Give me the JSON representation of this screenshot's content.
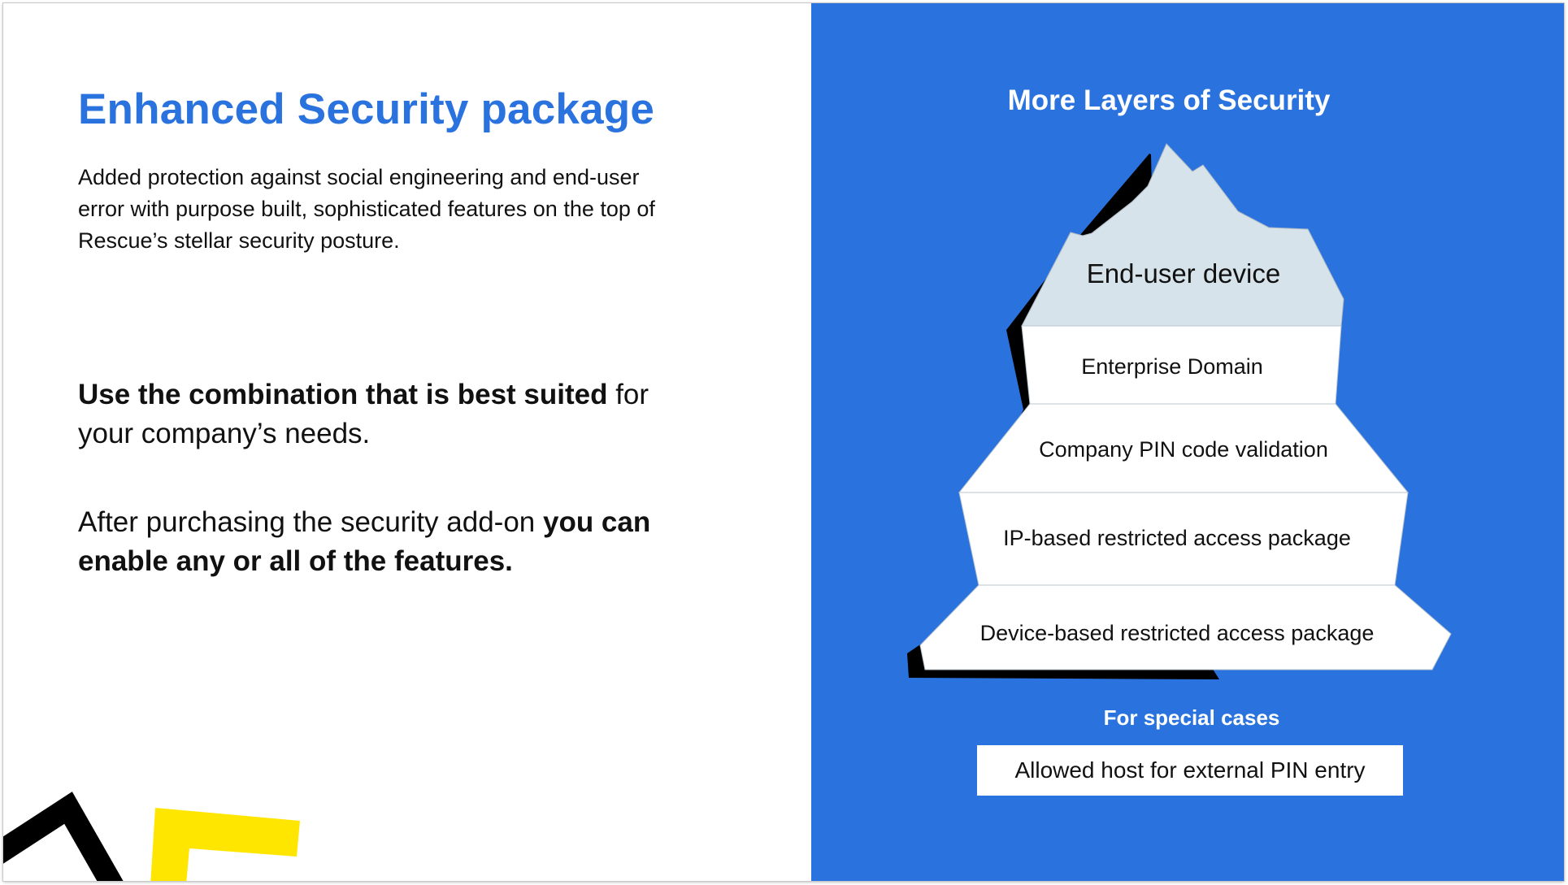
{
  "left": {
    "title": "Enhanced Security package",
    "description": "Added protection against social engineering and end-user error with purpose built, sophisticated features on the top of Rescue’s stellar security posture.",
    "paragraph1": {
      "bold": "Use the combination that is best suited",
      "rest": " for your company’s needs."
    },
    "paragraph2": {
      "normal": "After purchasing the security add-on ",
      "bold": "you can enable any or all of the features."
    }
  },
  "right": {
    "title": "More Layers of Security",
    "layers": [
      "End-user device",
      "Enterprise Domain",
      "Company PIN code validation",
      "IP-based restricted access package",
      "Device-based restricted access package"
    ],
    "special_label": "For special cases",
    "special_item": "Allowed host for external PIN entry"
  },
  "colors": {
    "brand_blue": "#2a73df",
    "peak_fill": "#d6e3ea",
    "layer_fill": "#ffffff",
    "shadow": "#000000",
    "deco_yellow": "#ffe600",
    "deco_black": "#000000"
  }
}
